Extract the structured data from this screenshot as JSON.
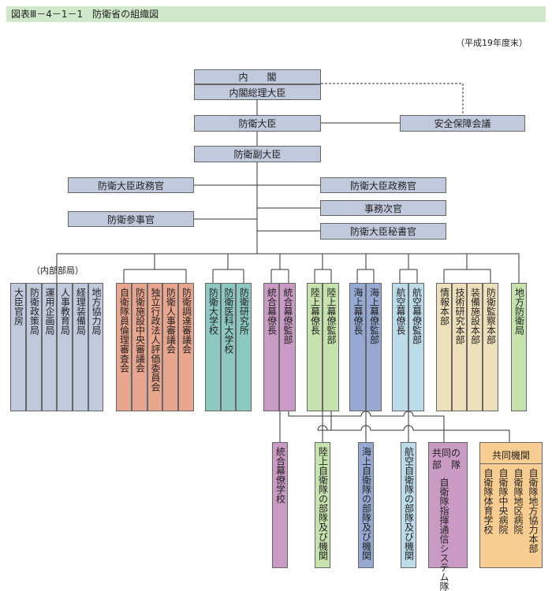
{
  "header": {
    "title": "図表Ⅲ－4－1－1　防衛省の組織図",
    "note": "（平成19年度末）"
  },
  "top": {
    "cabinet": "内　　閣",
    "prime_minister": "内閣総理大臣",
    "minister": "防衛大臣",
    "security_council": "安全保障会議",
    "senior_vice_minister": "防衛副大臣"
  },
  "staff": {
    "pvm_left": "防衛大臣政務官",
    "pvm_right": "防衛大臣政務官",
    "vice_minister": "事務次官",
    "councilor": "防衛参事官",
    "secretary": "防衛大臣秘書官"
  },
  "internal_bureaus": {
    "label": "（内部部局）",
    "items": [
      "大臣官房",
      "防衛政策局",
      "運用企画局",
      "人事教育局",
      "経理装備局",
      "地方協力局"
    ]
  },
  "councils": [
    "自衛隊員倫理審査会",
    "防衛施設中央審議会",
    "独立行政法人評価委員会",
    "防衛人事審議会",
    "防衛調達審議会"
  ],
  "schools": [
    "防衛大学校",
    "防衛医科大学校",
    "防衛研究所"
  ],
  "chiefs": {
    "joint": [
      "統合幕僚長",
      "統合幕僚監部"
    ],
    "ground": [
      "陸上幕僚長",
      "陸上幕僚監部"
    ],
    "maritime": [
      "海上幕僚長",
      "海上幕僚監部"
    ],
    "air": [
      "航空幕僚長",
      "航空幕僚監部"
    ]
  },
  "agencies": [
    "情報本部",
    "技術研究本部",
    "装備施設本部",
    "防衛監察本部"
  ],
  "regional": "地方防衛局",
  "units": {
    "joint_school": "統合幕僚学校",
    "ground_units": "陸上自衛隊の部隊及び機関",
    "maritime_units": "海上自衛隊の部隊及び機関",
    "air_units": "航空自衛隊の部隊及び機関"
  },
  "shared_units": {
    "title": "共同の部　隊",
    "item": "自衛隊指揮通信システム隊"
  },
  "joint_orgs": {
    "title": "共同機関",
    "items": [
      "自衛隊体育学校",
      "自衛隊中央病院",
      "自衛隊地区病院",
      "自衛隊地方協力本部"
    ]
  }
}
